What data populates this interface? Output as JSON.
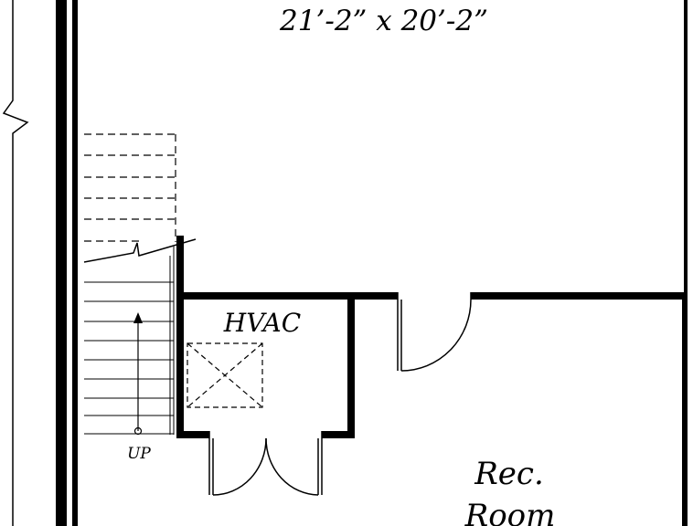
{
  "rooms": {
    "top_room": {
      "dimensions": "21’-2” x 20’-2”"
    },
    "hvac": {
      "label": "HVAC"
    },
    "rec_room": {
      "line1": "Rec.",
      "line2": "Room"
    }
  },
  "stairs": {
    "direction_label": "UP"
  },
  "colors": {
    "line": "#000000",
    "background": "#ffffff"
  }
}
